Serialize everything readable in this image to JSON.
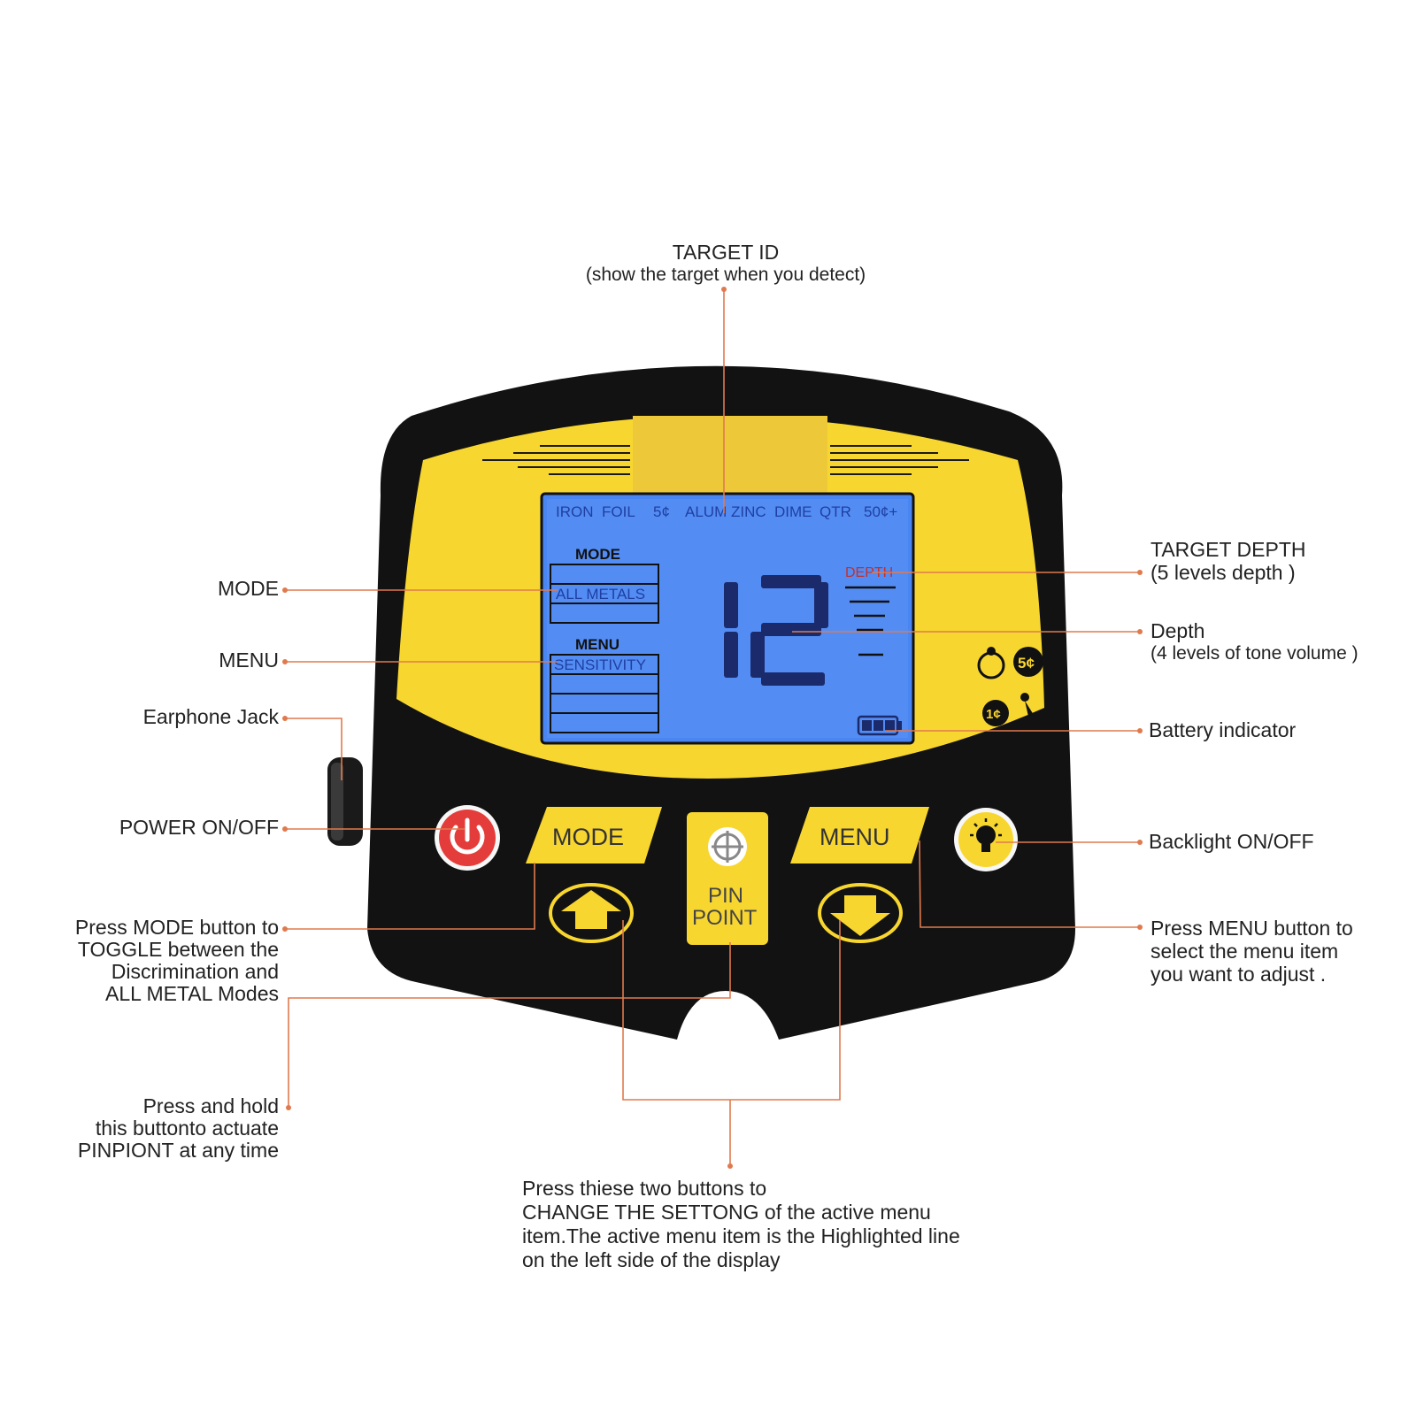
{
  "colors": {
    "leader": "#e07a4e",
    "body_black": "#121212",
    "face_yellow": "#f8d630",
    "lcd_blue": "#4a86f2",
    "lcd_ink": "#1b2a6a",
    "power_red": "#e43c3a"
  },
  "callouts": {
    "target_id": {
      "title": "TARGET ID",
      "sub": "(show the target when you detect)"
    },
    "target_depth": {
      "title": "TARGET DEPTH",
      "sub": "(5 levels depth )"
    },
    "depth": {
      "title": "Depth",
      "sub": "(4 levels of tone volume )"
    },
    "battery": "Battery indicator",
    "backlight": "Backlight  ON/OFF",
    "menu_press": [
      "Press MENU button to",
      "select the menu item",
      "you want to adjust ."
    ],
    "mode": "MODE",
    "menu": "MENU",
    "earphone": "Earphone Jack",
    "power": "POWER ON/OFF",
    "mode_press": [
      "Press MODE button to",
      "TOGGLE between the",
      "Discrimination and",
      "ALL METAL Modes"
    ],
    "pinpoint_press": [
      "Press and hold",
      "this buttonto actuate",
      "PINPIONT at any time"
    ],
    "arrows_press": [
      "Press thiese two buttons to",
      "CHANGE THE SETTONG of the active menu",
      "item.The active menu item is the Highlighted line",
      "on the left side of the display"
    ]
  },
  "lcd": {
    "target_scale": [
      "IRON",
      "FOIL",
      "5¢",
      "ALUM",
      "ZINC",
      "DIME",
      "QTR",
      "50¢+"
    ],
    "mode_label": "MODE",
    "mode_value": "ALL METALS",
    "menu_label": "MENU",
    "menu_value": "SENSITIVITY",
    "depth_label": "DEPTH",
    "depth_bar_count": 5,
    "readout": "12",
    "battery_bars": 3
  },
  "buttons": {
    "mode": "MODE",
    "menu": "MENU",
    "pinpoint_line1": "PIN",
    "pinpoint_line2": "POINT",
    "up_icon": "arrow-up-icon",
    "down_icon": "arrow-down-icon",
    "power_icon": "power-icon",
    "backlight_icon": "lightbulb-icon"
  },
  "coin_icons": [
    "ring-icon",
    "five-cent-icon",
    "one-cent-icon",
    "pull-tab-icon"
  ],
  "coin_labels": {
    "five": "5¢",
    "one": "1¢"
  }
}
